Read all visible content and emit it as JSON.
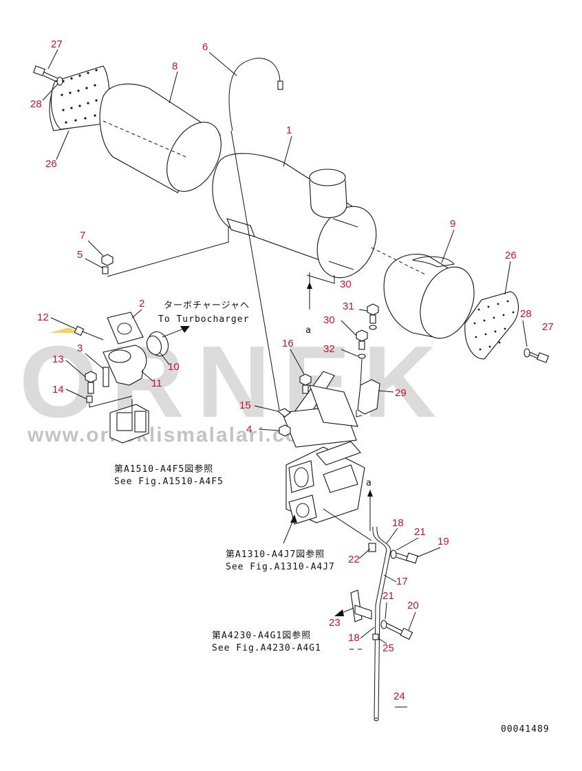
{
  "watermark": {
    "brand": "ORNEK",
    "url": "www.orneklismalalari.com.tr"
  },
  "callouts": [
    "1",
    "2",
    "3",
    "4",
    "5",
    "6",
    "7",
    "8",
    "9",
    "10",
    "11",
    "12",
    "13",
    "14",
    "15",
    "16",
    "17",
    "18",
    "18",
    "19",
    "20",
    "21",
    "21",
    "22",
    "23",
    "24",
    "25",
    "26",
    "26",
    "27",
    "27",
    "28",
    "28",
    "29",
    "30",
    "30",
    "31",
    "32"
  ],
  "labels": {
    "turbo_jp": "ターボチャージャへ",
    "turbo_en": "To Turbocharger",
    "arrow_a1": "a",
    "arrow_a2": "a",
    "ref1_jp": "第A1510-A4F5図参照",
    "ref1_en": "See Fig.A1510-A4F5",
    "ref2_jp": "第A1310-A4J7図参照",
    "ref2_en": "See Fig.A1310-A4J7",
    "ref3_jp": "第A4230-A4G1図参照",
    "ref3_en": "See Fig.A4230-A4G1",
    "drawing_no": "00041489"
  }
}
